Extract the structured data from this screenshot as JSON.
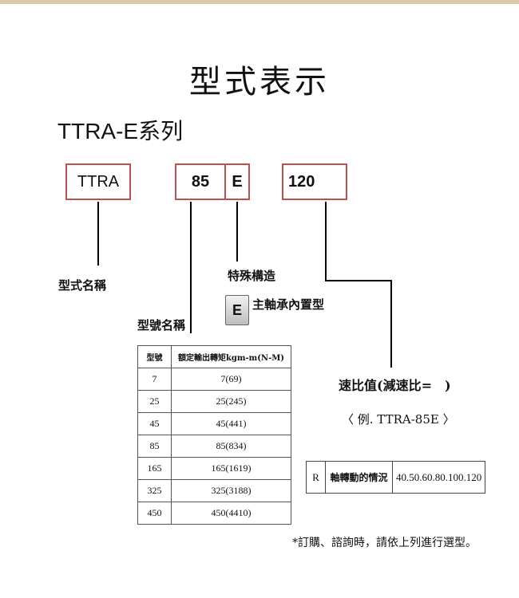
{
  "title": "型式表示",
  "series": "TTRA-E系列",
  "code_boxes": {
    "type_name": "TTRA",
    "model": "85",
    "special": "E",
    "ratio": "120"
  },
  "labels": {
    "type_name": "型式名稱",
    "model_name": "型號名稱",
    "special_construction": "特殊構造",
    "special_e_badge": "E",
    "special_e_desc": "主軸承內置型",
    "ratio_value": "速比值(減速比=　)",
    "example": "〈 例. TTRA-85E 〉"
  },
  "model_table": {
    "headers": [
      "型號",
      "額定輸出轉矩kgm-m(N-M)"
    ],
    "rows": [
      [
        "7",
        "7(69)"
      ],
      [
        "25",
        "25(245)"
      ],
      [
        "45",
        "45(441)"
      ],
      [
        "85",
        "85(834)"
      ],
      [
        "165",
        "165(1619)"
      ],
      [
        "325",
        "325(3188)"
      ],
      [
        "450",
        "450(4410)"
      ]
    ]
  },
  "ratio_table": {
    "code": "R",
    "desc": "軸轉動的情況",
    "values": "40.50.60.80.100.120"
  },
  "footnote": "*訂購、諮詢時，請依上列進行選型。",
  "colors": {
    "box_border": "#c0504d",
    "top_rule": "#d8c9a8"
  }
}
